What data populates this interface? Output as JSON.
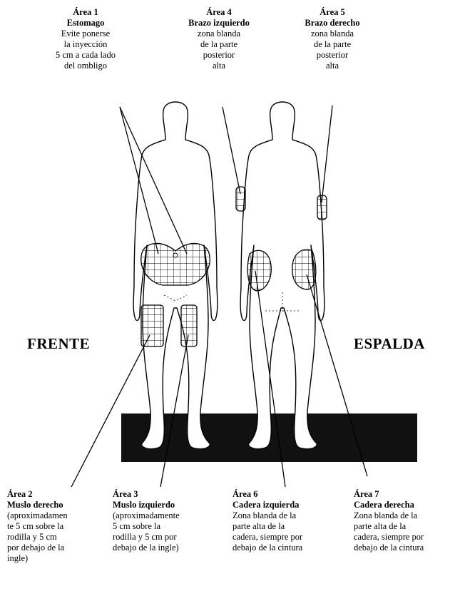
{
  "top_labels": [
    {
      "title": "Área 1",
      "subtitle": "Estomago",
      "desc": [
        "Evite ponerse",
        "la inyección",
        "5 cm a cada lado",
        "del ombligo"
      ]
    },
    {
      "title": "Área 4",
      "subtitle": "Brazo izquierdo",
      "desc": [
        "zona blanda",
        "de la parte",
        "posterior",
        "alta"
      ]
    },
    {
      "title": "Área 5",
      "subtitle": "Brazo derecho",
      "desc": [
        "zona blanda",
        "de la parte",
        "posterior",
        "alta"
      ]
    }
  ],
  "side_labels": {
    "front": "FRENTE",
    "back": "ESPALDA"
  },
  "bottom_labels": [
    {
      "title": "Área 2",
      "subtitle": "Muslo derecho",
      "desc": [
        "(aproximadamen",
        "te 5 cm sobre la",
        "rodilla y 5 cm",
        "por debajo de la",
        "ingle)"
      ]
    },
    {
      "title": "Área 3",
      "subtitle": "Muslo izquierdo",
      "desc": [
        "(aproximadamente",
        "5 cm sobre la",
        "rodilla y 5 cm por",
        "debajo de la ingle)"
      ]
    },
    {
      "title": "Área 6",
      "subtitle": "Cadera izquierda",
      "desc": [
        "Zona blanda de la",
        "parte alta de la",
        "cadera, siempre por",
        "debajo de la cintura"
      ]
    },
    {
      "title": "Área 7",
      "subtitle": "Cadera derecha",
      "desc": [
        "Zona blanda de la",
        "parte alta de la",
        "cadera, siempre por",
        "debajo de la cintura"
      ]
    }
  ]
}
